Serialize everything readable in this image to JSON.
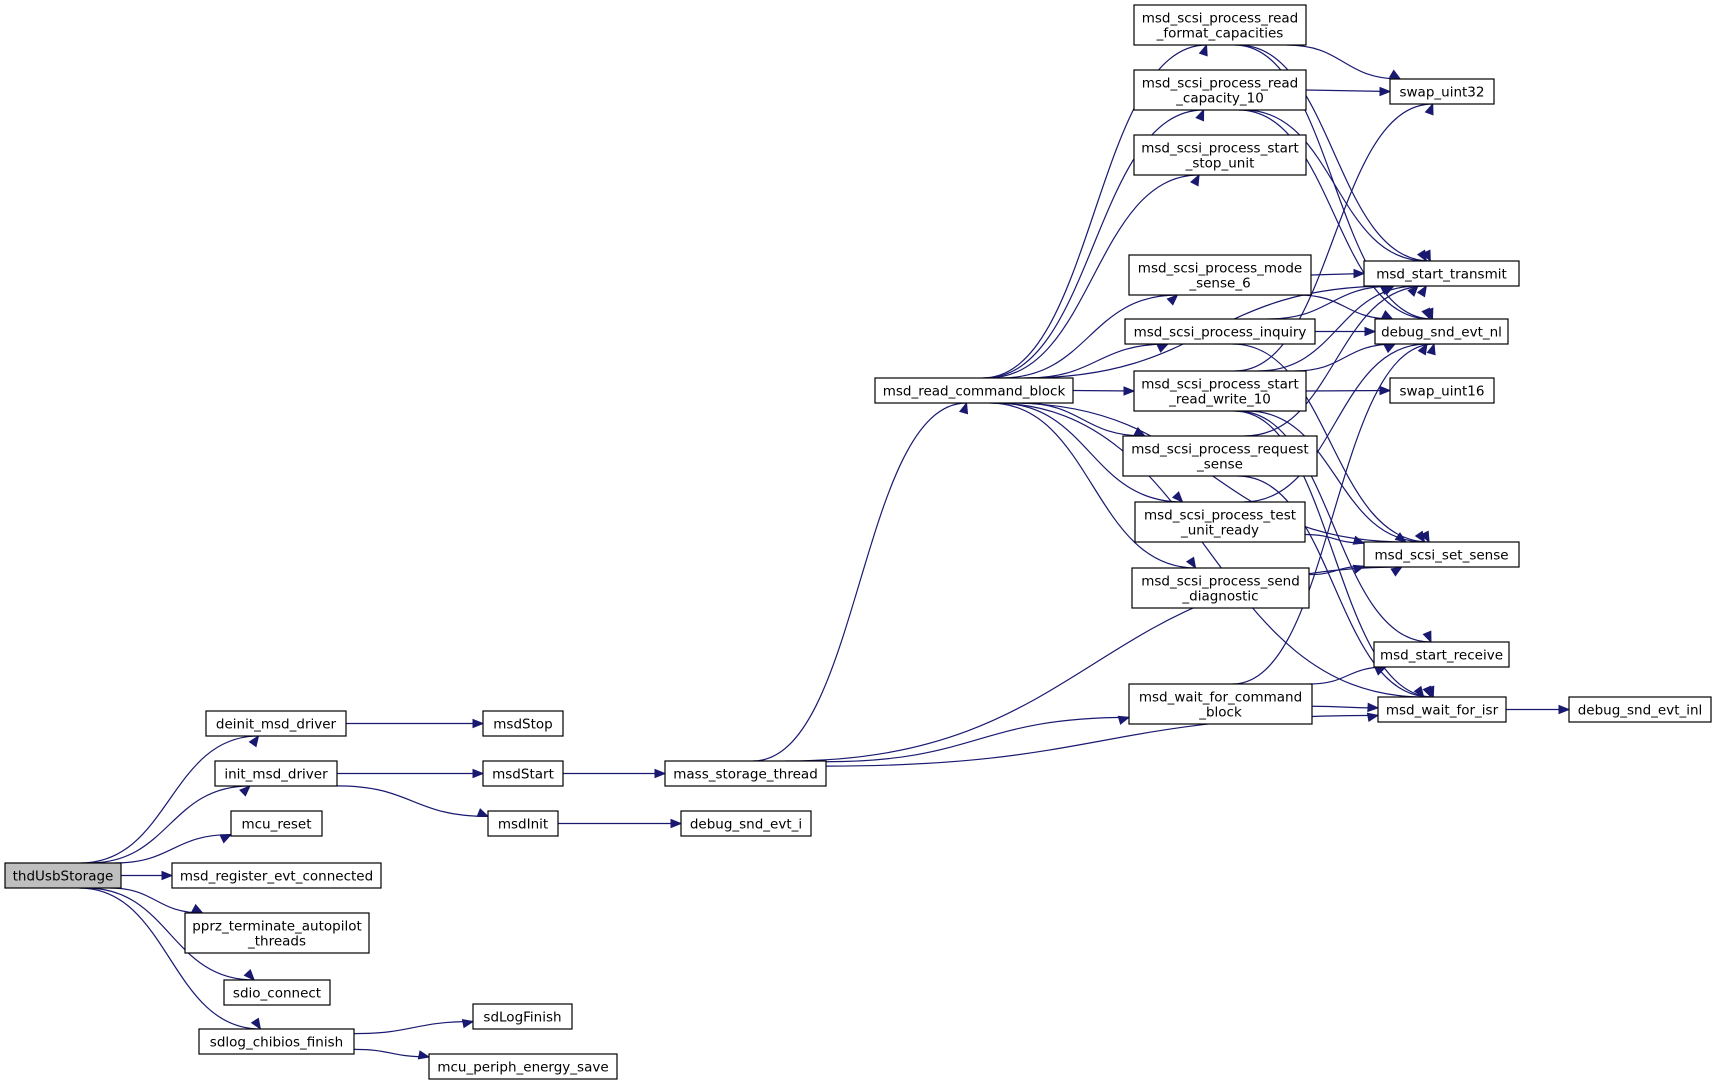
{
  "graph": {
    "edge_color": "#191970",
    "root_fill": "#bfbfbf",
    "nodes": [
      {
        "id": "thdUsbStorage",
        "lines": [
          "thdUsbStorage"
        ],
        "root": true
      },
      {
        "id": "deinit_msd_driver",
        "lines": [
          "deinit_msd_driver"
        ]
      },
      {
        "id": "init_msd_driver",
        "lines": [
          "init_msd_driver"
        ]
      },
      {
        "id": "mcu_reset",
        "lines": [
          "mcu_reset"
        ]
      },
      {
        "id": "msd_register_evt_connected",
        "lines": [
          "msd_register_evt_connected"
        ]
      },
      {
        "id": "pprz_terminate_autopilot_threads",
        "lines": [
          "pprz_terminate_autopilot",
          "_threads"
        ]
      },
      {
        "id": "sdio_connect",
        "lines": [
          "sdio_connect"
        ]
      },
      {
        "id": "sdlog_chibios_finish",
        "lines": [
          "sdlog_chibios_finish"
        ]
      },
      {
        "id": "msdStop",
        "lines": [
          "msdStop"
        ]
      },
      {
        "id": "msdStart",
        "lines": [
          "msdStart"
        ]
      },
      {
        "id": "msdInit",
        "lines": [
          "msdInit"
        ]
      },
      {
        "id": "sdLogFinish",
        "lines": [
          "sdLogFinish"
        ]
      },
      {
        "id": "mcu_periph_energy_save",
        "lines": [
          "mcu_periph_energy_save"
        ]
      },
      {
        "id": "mass_storage_thread",
        "lines": [
          "mass_storage_thread"
        ]
      },
      {
        "id": "debug_snd_evt_i",
        "lines": [
          "debug_snd_evt_i"
        ]
      },
      {
        "id": "msd_read_command_block",
        "lines": [
          "msd_read_command_block"
        ]
      },
      {
        "id": "msd_scsi_process_read_format_capacities",
        "lines": [
          "msd_scsi_process_read",
          "_format_capacities"
        ]
      },
      {
        "id": "msd_scsi_process_read_capacity_10",
        "lines": [
          "msd_scsi_process_read",
          "_capacity_10"
        ]
      },
      {
        "id": "msd_scsi_process_start_stop_unit",
        "lines": [
          "msd_scsi_process_start",
          "_stop_unit"
        ]
      },
      {
        "id": "msd_scsi_process_mode_sense_6",
        "lines": [
          "msd_scsi_process_mode",
          "_sense_6"
        ]
      },
      {
        "id": "msd_scsi_process_inquiry",
        "lines": [
          "msd_scsi_process_inquiry"
        ]
      },
      {
        "id": "msd_scsi_process_start_read_write_10",
        "lines": [
          "msd_scsi_process_start",
          "_read_write_10"
        ]
      },
      {
        "id": "msd_scsi_process_request_sense",
        "lines": [
          "msd_scsi_process_request",
          "_sense"
        ]
      },
      {
        "id": "msd_scsi_process_test_unit_ready",
        "lines": [
          "msd_scsi_process_test",
          "_unit_ready"
        ]
      },
      {
        "id": "msd_scsi_process_send_diagnostic",
        "lines": [
          "msd_scsi_process_send",
          "_diagnostic"
        ]
      },
      {
        "id": "msd_wait_for_command_block",
        "lines": [
          "msd_wait_for_command",
          "_block"
        ]
      },
      {
        "id": "swap_uint32",
        "lines": [
          "swap_uint32"
        ]
      },
      {
        "id": "msd_start_transmit",
        "lines": [
          "msd_start_transmit"
        ]
      },
      {
        "id": "debug_snd_evt_nl",
        "lines": [
          "debug_snd_evt_nl"
        ]
      },
      {
        "id": "swap_uint16",
        "lines": [
          "swap_uint16"
        ]
      },
      {
        "id": "msd_scsi_set_sense",
        "lines": [
          "msd_scsi_set_sense"
        ]
      },
      {
        "id": "msd_start_receive",
        "lines": [
          "msd_start_receive"
        ]
      },
      {
        "id": "msd_wait_for_isr",
        "lines": [
          "msd_wait_for_isr"
        ]
      },
      {
        "id": "debug_snd_evt_inl",
        "lines": [
          "debug_snd_evt_inl"
        ]
      }
    ],
    "edges": [
      [
        "thdUsbStorage",
        "deinit_msd_driver"
      ],
      [
        "thdUsbStorage",
        "init_msd_driver"
      ],
      [
        "thdUsbStorage",
        "mcu_reset"
      ],
      [
        "thdUsbStorage",
        "msd_register_evt_connected"
      ],
      [
        "thdUsbStorage",
        "pprz_terminate_autopilot_threads"
      ],
      [
        "thdUsbStorage",
        "sdio_connect"
      ],
      [
        "thdUsbStorage",
        "sdlog_chibios_finish"
      ],
      [
        "deinit_msd_driver",
        "msdStop"
      ],
      [
        "init_msd_driver",
        "msdStart"
      ],
      [
        "init_msd_driver",
        "msdInit"
      ],
      [
        "msdStart",
        "mass_storage_thread"
      ],
      [
        "msdInit",
        "debug_snd_evt_i"
      ],
      [
        "sdlog_chibios_finish",
        "sdLogFinish"
      ],
      [
        "sdlog_chibios_finish",
        "mcu_periph_energy_save"
      ],
      [
        "mass_storage_thread",
        "msd_read_command_block"
      ],
      [
        "mass_storage_thread",
        "msd_wait_for_command_block"
      ],
      [
        "mass_storage_thread",
        "msd_scsi_set_sense"
      ],
      [
        "mass_storage_thread",
        "msd_wait_for_isr"
      ],
      [
        "msd_read_command_block",
        "msd_scsi_process_read_format_capacities"
      ],
      [
        "msd_read_command_block",
        "msd_scsi_process_read_capacity_10"
      ],
      [
        "msd_read_command_block",
        "msd_scsi_process_start_stop_unit"
      ],
      [
        "msd_read_command_block",
        "msd_start_transmit"
      ],
      [
        "msd_read_command_block",
        "msd_scsi_process_mode_sense_6"
      ],
      [
        "msd_read_command_block",
        "msd_scsi_process_inquiry"
      ],
      [
        "msd_read_command_block",
        "msd_scsi_process_start_read_write_10"
      ],
      [
        "msd_read_command_block",
        "msd_scsi_process_request_sense"
      ],
      [
        "msd_read_command_block",
        "msd_scsi_process_test_unit_ready"
      ],
      [
        "msd_read_command_block",
        "msd_scsi_process_send_diagnostic"
      ],
      [
        "msd_read_command_block",
        "msd_scsi_set_sense"
      ],
      [
        "msd_read_command_block",
        "msd_wait_for_isr"
      ],
      [
        "msd_scsi_process_read_format_capacities",
        "swap_uint32"
      ],
      [
        "msd_scsi_process_read_format_capacities",
        "msd_start_transmit"
      ],
      [
        "msd_scsi_process_read_format_capacities",
        "debug_snd_evt_nl"
      ],
      [
        "msd_scsi_process_read_capacity_10",
        "swap_uint32"
      ],
      [
        "msd_scsi_process_read_capacity_10",
        "msd_start_transmit"
      ],
      [
        "msd_scsi_process_read_capacity_10",
        "debug_snd_evt_nl"
      ],
      [
        "msd_scsi_process_mode_sense_6",
        "msd_start_transmit"
      ],
      [
        "msd_scsi_process_mode_sense_6",
        "debug_snd_evt_nl"
      ],
      [
        "msd_scsi_process_inquiry",
        "msd_start_transmit"
      ],
      [
        "msd_scsi_process_inquiry",
        "debug_snd_evt_nl"
      ],
      [
        "msd_scsi_process_inquiry",
        "msd_scsi_set_sense"
      ],
      [
        "msd_scsi_process_start_read_write_10",
        "swap_uint32"
      ],
      [
        "msd_scsi_process_start_read_write_10",
        "msd_start_transmit"
      ],
      [
        "msd_scsi_process_start_read_write_10",
        "debug_snd_evt_nl"
      ],
      [
        "msd_scsi_process_start_read_write_10",
        "swap_uint16"
      ],
      [
        "msd_scsi_process_start_read_write_10",
        "msd_scsi_set_sense"
      ],
      [
        "msd_scsi_process_start_read_write_10",
        "msd_start_receive"
      ],
      [
        "msd_scsi_process_start_read_write_10",
        "msd_wait_for_isr"
      ],
      [
        "msd_scsi_process_request_sense",
        "msd_start_transmit"
      ],
      [
        "msd_scsi_process_request_sense",
        "msd_wait_for_isr"
      ],
      [
        "msd_scsi_process_test_unit_ready",
        "debug_snd_evt_nl"
      ],
      [
        "msd_scsi_process_test_unit_ready",
        "msd_scsi_set_sense"
      ],
      [
        "msd_scsi_process_send_diagnostic",
        "msd_scsi_set_sense"
      ],
      [
        "msd_wait_for_command_block",
        "debug_snd_evt_nl"
      ],
      [
        "msd_wait_for_command_block",
        "msd_start_receive"
      ],
      [
        "msd_wait_for_command_block",
        "msd_wait_for_isr"
      ],
      [
        "msd_wait_for_isr",
        "debug_snd_evt_inl"
      ]
    ]
  }
}
